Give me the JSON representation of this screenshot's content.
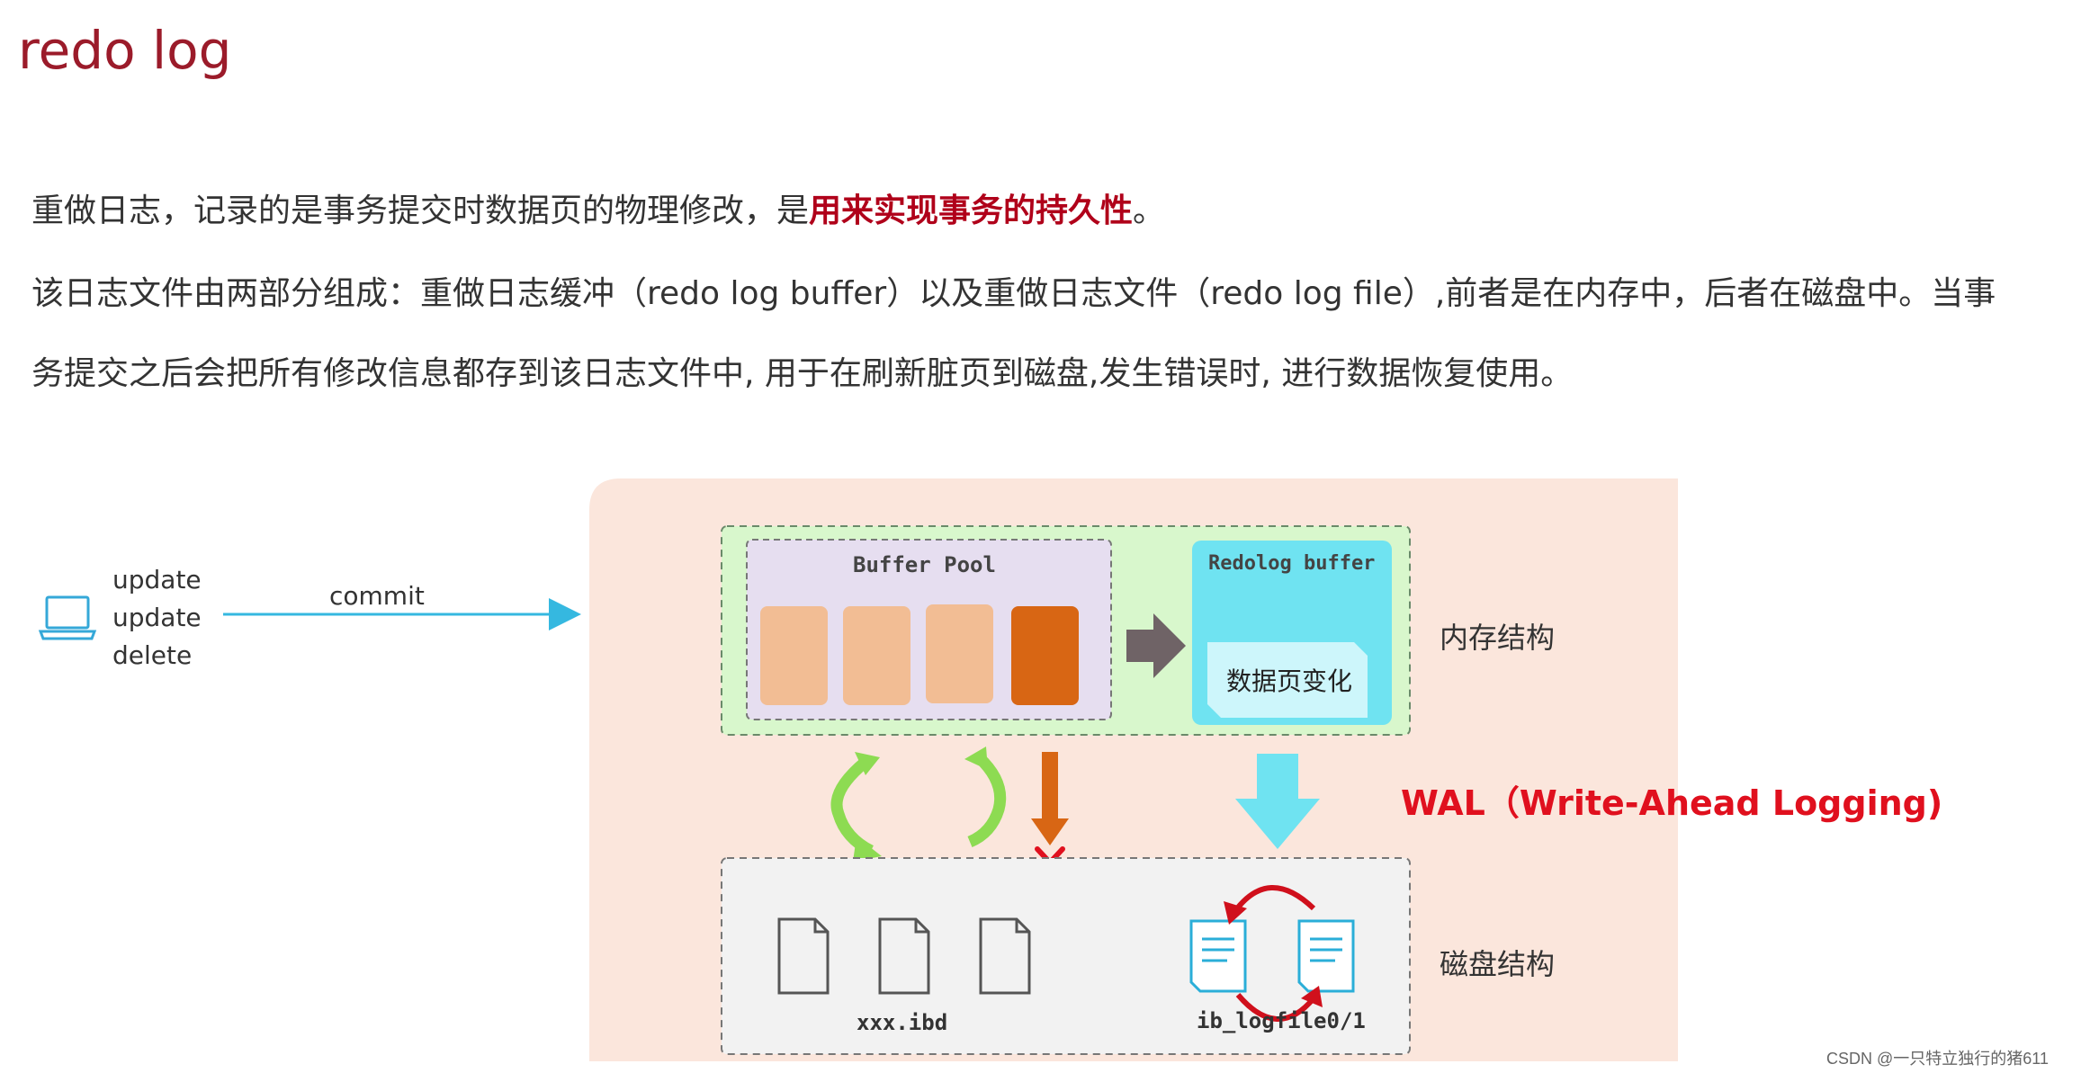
{
  "title": "redo log",
  "paragraph1": {
    "text_before": "重做日志，记录的是事务提交时数据页的物理修改，是",
    "highlight": "用来实现事务的持久性",
    "text_after": "。"
  },
  "paragraph2": {
    "line1": "该日志文件由两部分组成：重做日志缓冲（redo log buffer）以及重做日志文件（redo log file）,前者是在内存中，后者在磁盘中。当事",
    "line2": "务提交之后会把所有修改信息都存到该日志文件中, 用于在刷新脏页到磁盘,发生错误时, 进行数据恢复使用。"
  },
  "diagram": {
    "client_actions": [
      "update",
      "update",
      "delete"
    ],
    "commit_label": "commit",
    "buffer_pool_title": "Buffer Pool",
    "redolog_buffer_title": "Redolog buffer",
    "data_page_change": "数据页变化",
    "memory_label": "内存结构",
    "disk_label": "磁盘结构",
    "wal_label": "WAL（Write-Ahead Logging)",
    "ibd_label": "xxx.ibd",
    "logfile_label": "ib_logfile0/1",
    "colors": {
      "accent_red": "#e0101e",
      "title_red": "#9b1b2a",
      "panel_bg": "#fbe6dc",
      "memory_bg": "#d8f7cc",
      "redolog_bg": "#6fe3f1",
      "page_light": "#f2bd94",
      "page_dirty": "#d86614"
    }
  },
  "watermark": "CSDN @一只特立独行的猪611"
}
